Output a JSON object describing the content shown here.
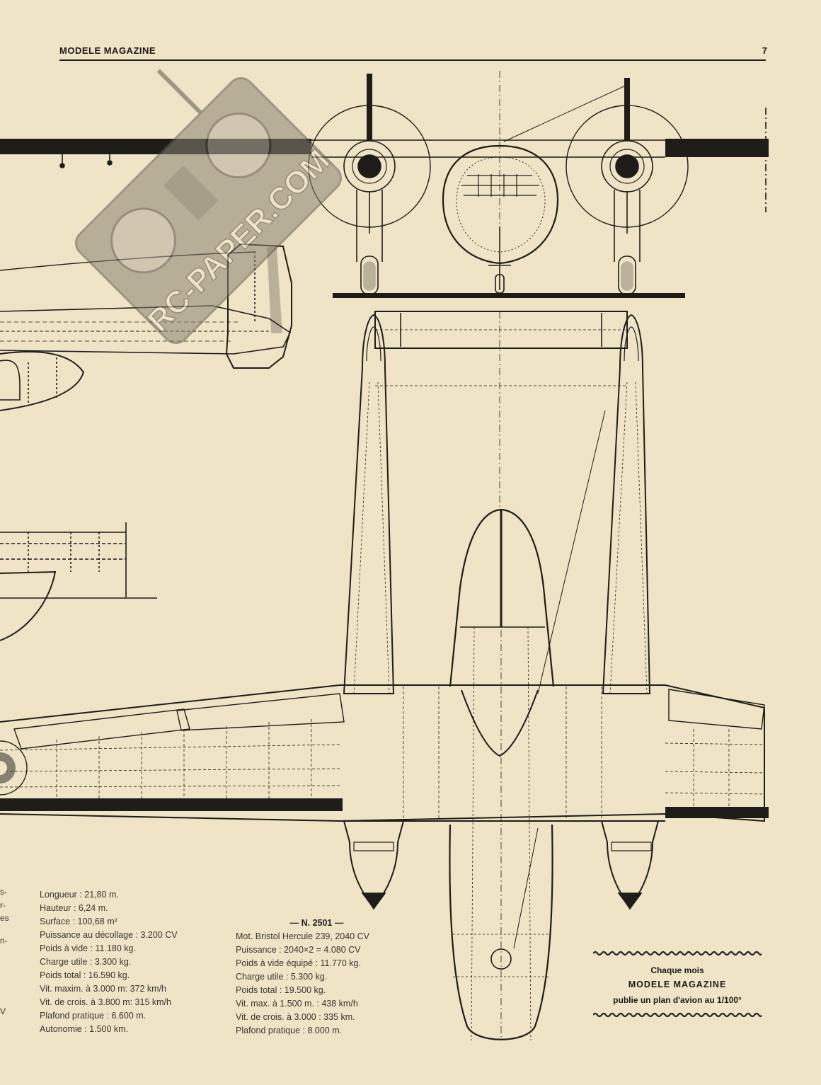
{
  "header": {
    "magazine": "MODELE MAGAZINE",
    "page_number": "7"
  },
  "watermark": {
    "text": "RC-PAPER.COM"
  },
  "specs_left": [
    "Longueur : 21,80 m.",
    "Hauteur : 6,24 m.",
    "Surface : 100,68 m²",
    "Puissance au décollage : 3.200 CV",
    "Poids à vide : 11.180 kg.",
    "Charge utile : 3.300 kg.",
    "Poids total : 16.590 kg.",
    "Vit. maxim. à 3.000 m: 372 km/h",
    "Vit. de crois. à 3.800 m: 315 km/h",
    "Plafond pratique : 6.600 m.",
    "Autonomie : 1.500 km."
  ],
  "specs_right": {
    "title": "— N. 2501 —",
    "lines": [
      "Mot. Bristol Hercule 239, 2040 CV",
      "Puissance : 2040×2 = 4.080 CV",
      "Poids à vide équipé : 11.770 kg.",
      "Charge utile : 5.300 kg.",
      "Poids total : 19.500 kg.",
      "Vit. max. à 1.500 m. : 438 km/h",
      "Vit. de crois. à 3.000 : 335 km.",
      "Plafond pratique : 8.000 m."
    ]
  },
  "cut_text": [
    "s-",
    "r-",
    "es",
    "n-",
    "V"
  ],
  "ad": {
    "line1": "Chaque mois",
    "line2": "MODELE MAGAZINE",
    "line3": "publie un plan d'avion au 1/100°"
  }
}
